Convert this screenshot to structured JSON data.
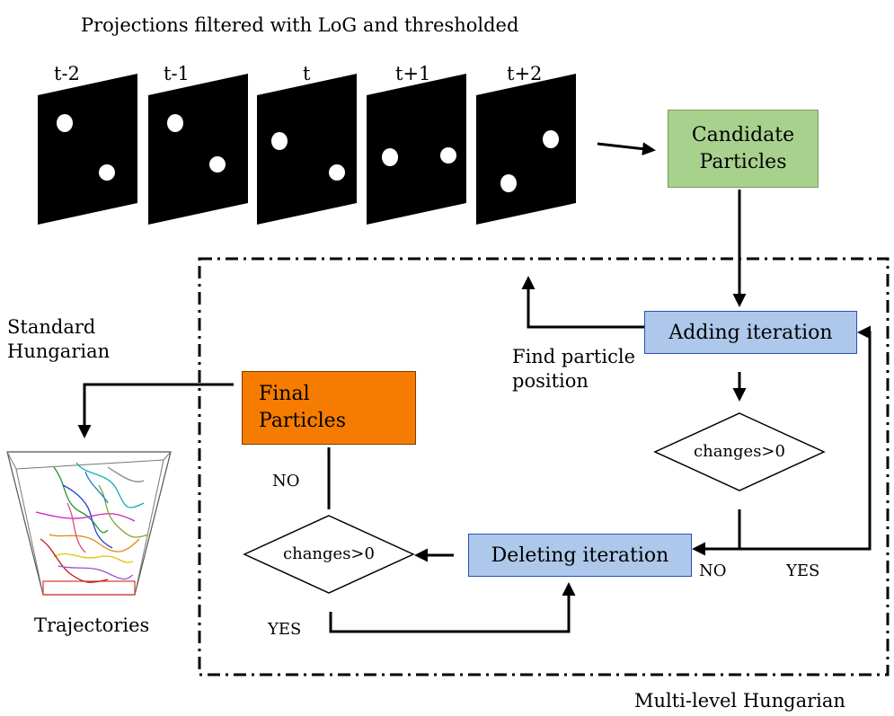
{
  "header": {
    "title": "Projections filtered with LoG and thresholded"
  },
  "frames": [
    {
      "label": "t-2"
    },
    {
      "label": "t-1"
    },
    {
      "label": "t"
    },
    {
      "label": "t+1"
    },
    {
      "label": "t+2"
    }
  ],
  "nodes": {
    "candidate": {
      "line1": "Candidate",
      "line2": "Particles",
      "color": "#a9d18e"
    },
    "adding": {
      "label": "Adding iteration",
      "color": "#adc8ea"
    },
    "deleting": {
      "label": "Deleting iteration",
      "color": "#adc8ea"
    },
    "final": {
      "line1": "Final",
      "line2": "Particles",
      "color": "#f57c00"
    },
    "decision_upper": {
      "label": "changes>0"
    },
    "decision_lower": {
      "label": "changes>0"
    }
  },
  "labels": {
    "find_line1": "Find particle",
    "find_line2": "position",
    "standard_line1": "Standard",
    "standard_line2": "Hungarian",
    "trajectories": "Trajectories",
    "multi_level": "Multi-level Hungarian",
    "no_right": "NO",
    "yes_right": "YES",
    "no_final": "NO",
    "yes_lower": "YES"
  }
}
